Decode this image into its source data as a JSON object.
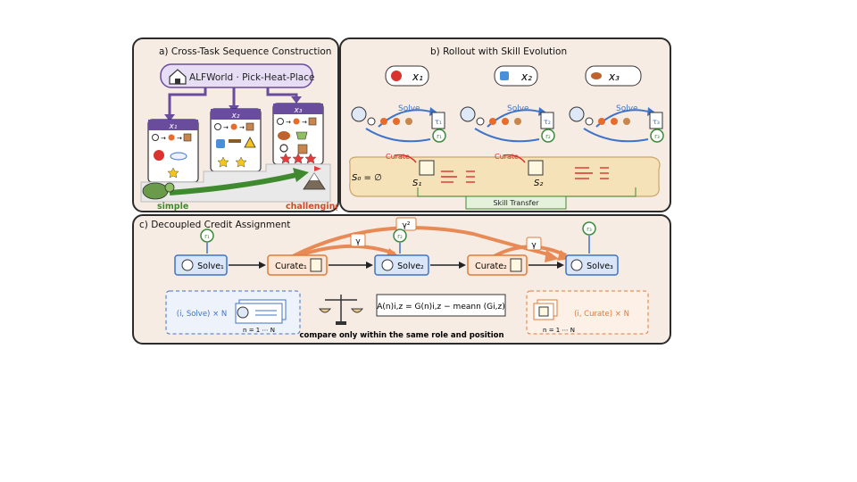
{
  "panel_a": {
    "title": "a) Cross-Task Sequence Construction",
    "env_label": "ALFWorld · Pick-Heat-Place",
    "tasks": [
      "x₁",
      "x₂",
      "x₃"
    ],
    "easy_label": "simple",
    "hard_label": "challenging",
    "difficulty_stars": [
      1,
      2,
      3
    ]
  },
  "panel_b": {
    "title": "b)    Rollout with Skill Evolution",
    "tasks": [
      "x₁",
      "x₂",
      "x₃"
    ],
    "solve_label": "Solve",
    "curate_label": "Curate",
    "taus": [
      "τ₁",
      "τ₂",
      "τ₃"
    ],
    "rewards": [
      "r₁",
      "r₂",
      "r₃"
    ],
    "skills": [
      "S₀ = ∅",
      "S₁",
      "S₂"
    ],
    "skill_transfer_label": "Skill Transfer"
  },
  "panel_c": {
    "title": "c) Decoupled Credit Assignment",
    "nodes": [
      "Solve₁",
      "Curate₁",
      "Solve₂",
      "Curate₂",
      "Solve₃"
    ],
    "rewards": [
      "r₁",
      "r₂",
      "r₃"
    ],
    "gamma": "γ",
    "gamma_sq": "γ²",
    "solve_group": "(i, Solve) × N",
    "curate_group": "(i, Curate) × N",
    "n_range": "n = 1  ⋯  N",
    "formula": "A(n)i,z = G(n)i,z − meann (Gi,z)",
    "caption": "compare only within the same role and position"
  },
  "colors": {
    "solve": "#3f73c9",
    "curate": "#e07b3a",
    "reward": "#3d8a3d",
    "purple": "#6a4c9c",
    "panel_bg": "#f7ece3"
  }
}
